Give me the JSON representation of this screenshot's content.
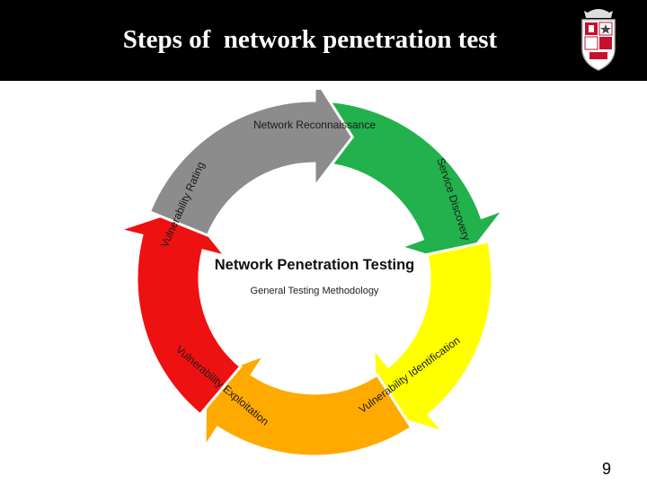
{
  "slide": {
    "title": "Steps of  network penetration test",
    "page_number": "9"
  },
  "diagram": {
    "center_title": "Network Penetration Testing",
    "center_subtitle": "General Testing Methodology",
    "steps": [
      {
        "label": "Network Reconnaissance",
        "color": "#22b14c"
      },
      {
        "label": "Service Discovery",
        "color": "#ffff00"
      },
      {
        "label": "Vulnerability Identification",
        "color": "#ffaa00"
      },
      {
        "label": "Vulnerability Exploitation",
        "color": "#ee1111"
      },
      {
        "label": "Vulnerability Rating",
        "color": "#8c8c8c"
      }
    ]
  },
  "colors": {
    "header_bg": "#000000",
    "title_text": "#ffffff",
    "logo_red": "#c8102e"
  }
}
